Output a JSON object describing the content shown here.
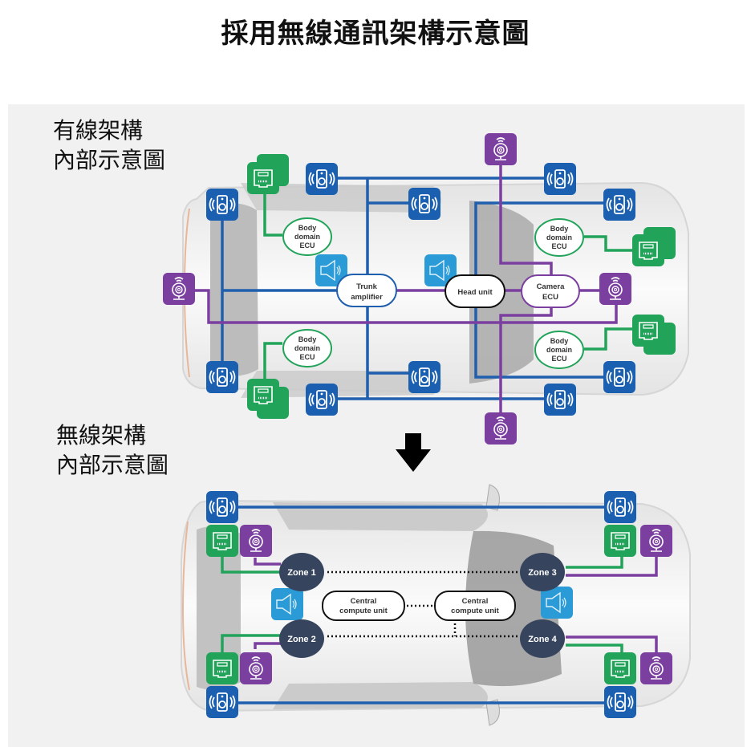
{
  "title": "採用無線通訊架構示意圖",
  "wired_section": {
    "label_line1": "有線架構",
    "label_line2": "內部示意圖",
    "nodes": {
      "trunk_amplifier": [
        "Trunk",
        "amplifier"
      ],
      "head_unit": "Head unit",
      "camera_ecu": [
        "Camera",
        "ECU"
      ],
      "body_domain_ecu": [
        "Body",
        "domain",
        "ECU"
      ]
    }
  },
  "arrow": "down-arrow-icon",
  "wireless_section": {
    "label_line1": "無線架構",
    "label_line2": "內部示意圖",
    "zones": [
      "Zone 1",
      "Zone 2",
      "Zone 3",
      "Zone 4"
    ],
    "central_compute": [
      "Central",
      "compute unit"
    ]
  },
  "colors": {
    "speaker_blue": "#1b5fb0",
    "line_blue": "#1f5fae",
    "ethernet_green": "#22a35a",
    "camera_purple": "#7b3fa0",
    "tweeter_lightblue": "#2a9bd6",
    "zone_navy": "#36445e",
    "panel_gray": "#f1f1f1"
  },
  "icons": [
    "speaker-icon",
    "ethernet-port-icon",
    "camera-icon",
    "tweeter-icon"
  ]
}
